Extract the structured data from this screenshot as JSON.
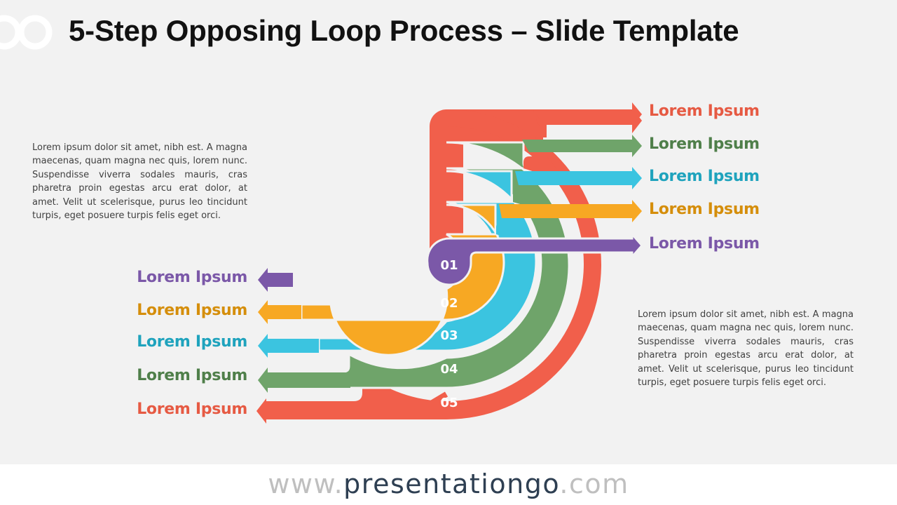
{
  "title": "5-Step Opposing Loop Process – Slide Template",
  "colors": {
    "step1": "#7b58a8",
    "step2": "#f7a823",
    "step3": "#3bc4e0",
    "step4": "#6fa46a",
    "step5": "#f15f4b",
    "label1": "#7b58a8",
    "label2": "#d58e0b",
    "label3": "#1fa3bd",
    "label4": "#4f7f4a",
    "label5": "#e65a43"
  },
  "steps": [
    {
      "number": "01",
      "right_label": "Lorem Ipsum",
      "left_label": "Lorem Ipsum"
    },
    {
      "number": "02",
      "right_label": "Lorem Ipsum",
      "left_label": "Lorem Ipsum"
    },
    {
      "number": "03",
      "right_label": "Lorem Ipsum",
      "left_label": "Lorem Ipsum"
    },
    {
      "number": "04",
      "right_label": "Lorem Ipsum",
      "left_label": "Lorem Ipsum"
    },
    {
      "number": "05",
      "right_label": "Lorem Ipsum",
      "left_label": "Lorem Ipsum"
    }
  ],
  "text_left": "Lorem ipsum dolor sit amet, nibh est. A magna maecenas, quam magna nec quis, lorem nunc. Suspendisse viverra sodales mauris, cras pharetra proin egestas arcu erat dolor, at amet. Velit ut scelerisque, purus leo tincidunt turpis, eget posuere turpis felis eget orci.",
  "text_right": "Lorem ipsum dolor sit amet, nibh est. A magna maecenas, quam magna nec quis, lorem nunc. Suspendisse viverra sodales mauris, cras pharetra proin egestas arcu erat dolor, at amet. Velit ut scelerisque, purus leo tincidunt turpis, eget posuere turpis felis eget orci.",
  "footer": {
    "prefix": "www.",
    "brand": "presentationgo",
    "suffix": ".com"
  }
}
